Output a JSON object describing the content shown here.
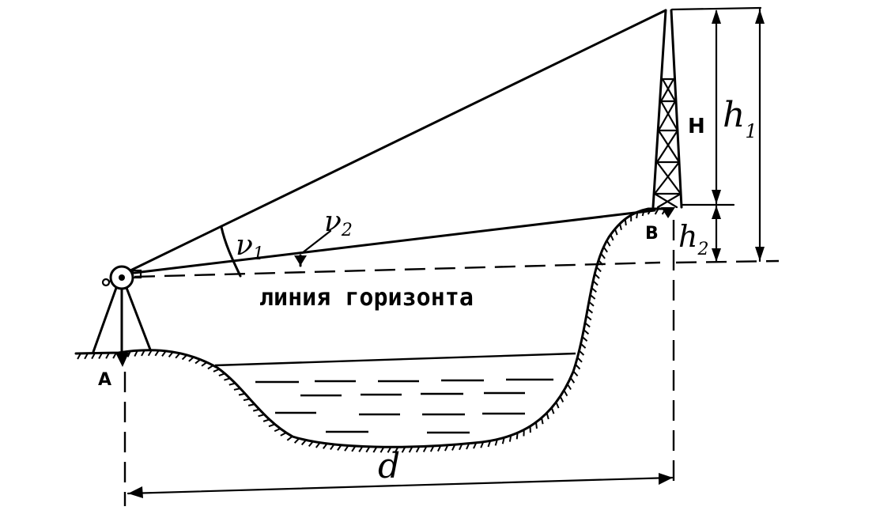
{
  "labels": {
    "point_a": "A",
    "point_b": "B",
    "angle_1": "ν",
    "angle_1_sub": "1",
    "angle_2": "ν",
    "angle_2_sub": "2",
    "tower_height": "H",
    "height_1": "h",
    "height_1_sub": "1",
    "height_2": "h",
    "height_2_sub": "2",
    "horizon_line": "линия горизонта",
    "distance": "d"
  },
  "colors": {
    "ink": "#000000",
    "background": "#ffffff"
  }
}
